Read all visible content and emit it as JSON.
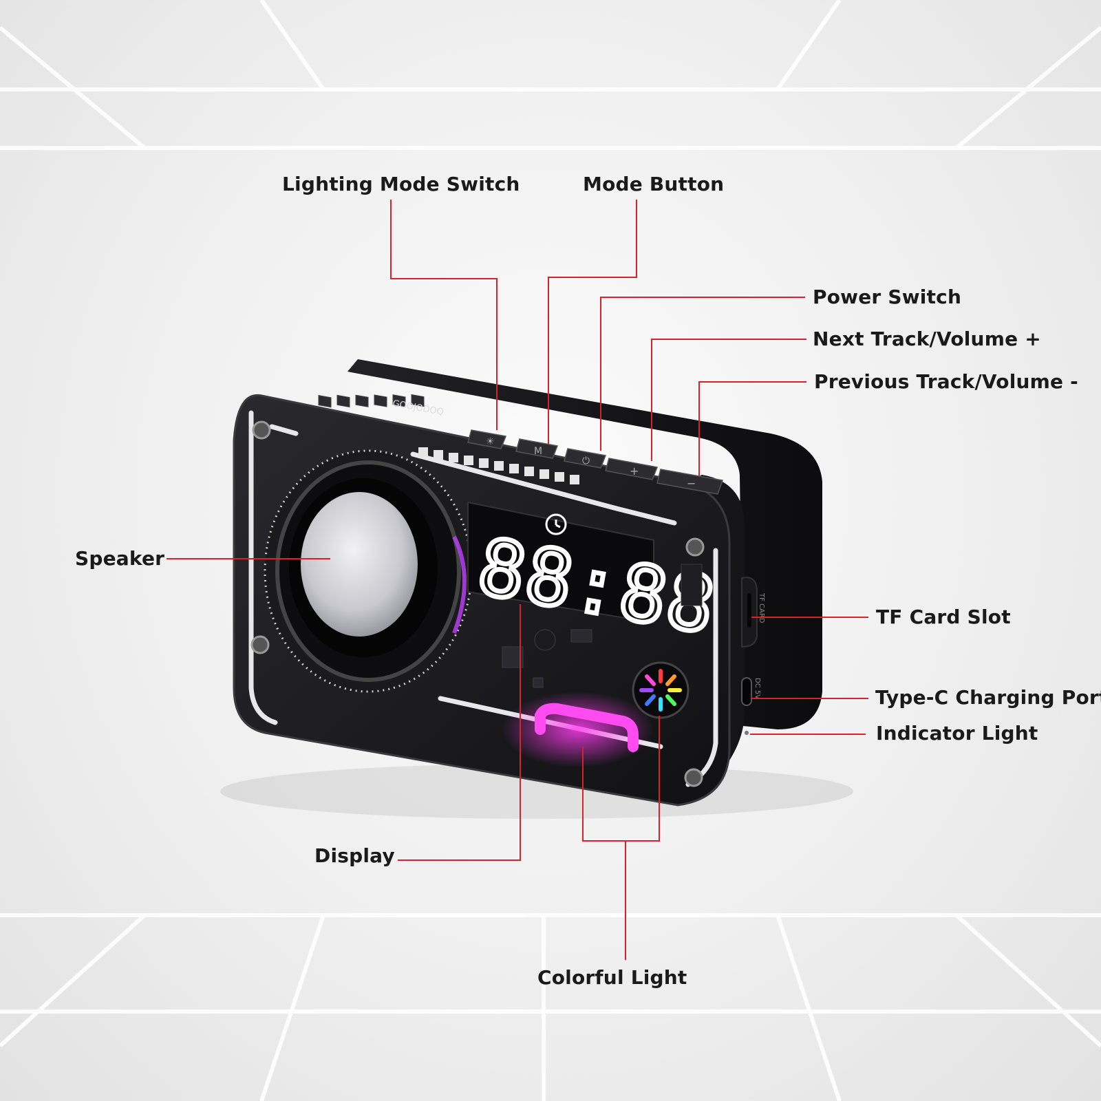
{
  "annotation_color": "#d8222a",
  "display": {
    "digits": "88:88"
  },
  "device": {
    "brand_mark": "GOOJODOQ",
    "side_labels": {
      "tf": "TF CARD",
      "dc": "DC 5V"
    },
    "button_symbols": [
      "☀",
      "M",
      "⏻",
      "+",
      "−"
    ]
  },
  "labels": {
    "lighting_mode_switch": "Lighting Mode Switch",
    "mode_button": "Mode Button",
    "power_switch": "Power Switch",
    "next_track": "Next Track/Volume +",
    "previous_track": "Previous Track/Volume -",
    "speaker": "Speaker",
    "tf_card_slot": "TF Card Slot",
    "type_c_port": "Type-C Charging Port",
    "indicator_light": "Indicator Light",
    "display": "Display",
    "colorful_light": "Colorful Light"
  }
}
